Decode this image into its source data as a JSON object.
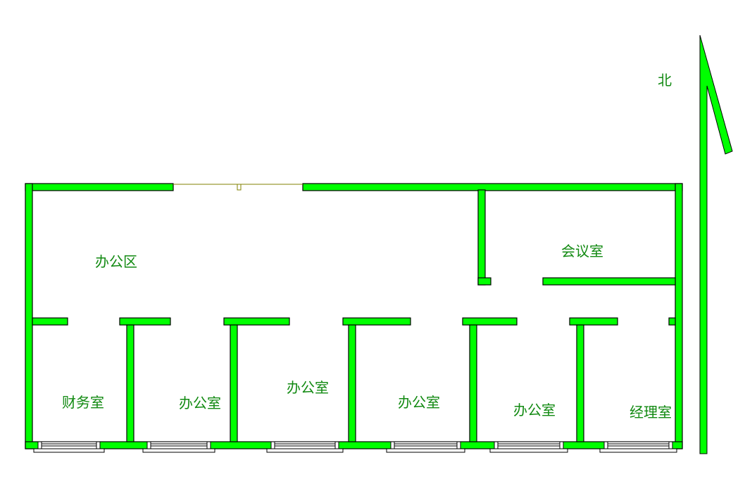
{
  "rooms": {
    "office_area": "办公区",
    "meeting_room": "会议室",
    "finance_room": "财务室",
    "office_1": "办公室",
    "office_2": "办公室",
    "office_3": "办公室",
    "office_4": "办公室",
    "manager_room": "经理室"
  },
  "compass": {
    "north_label": "北"
  },
  "colors": {
    "wall": "#00ff00",
    "outline": "#000000",
    "text": "#128a12"
  }
}
